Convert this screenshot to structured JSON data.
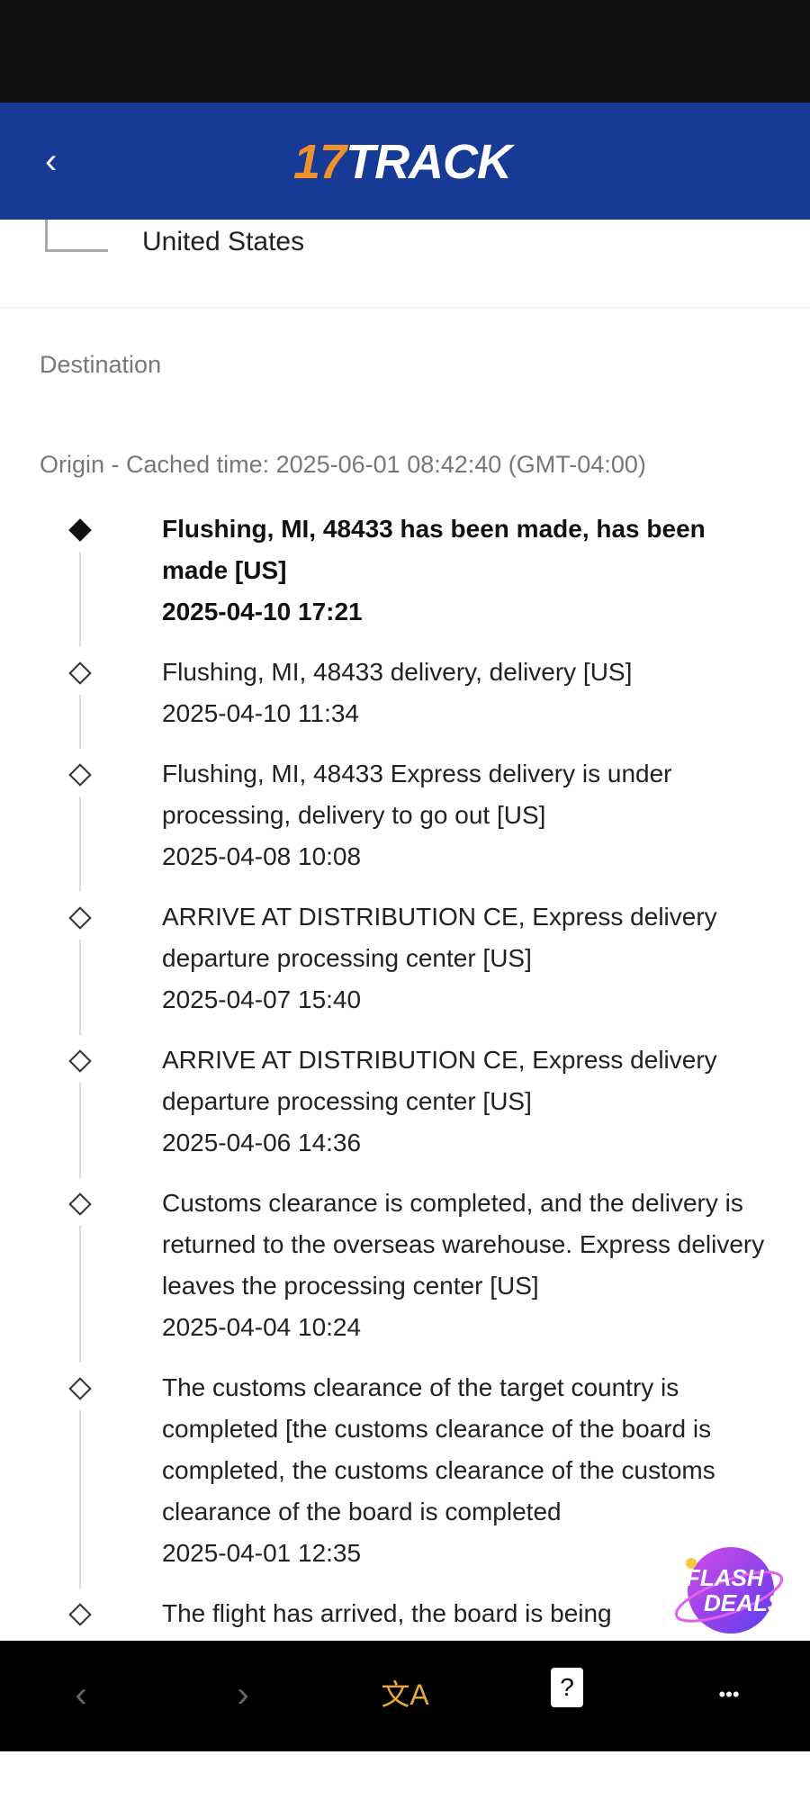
{
  "header": {
    "logo_number": "17",
    "logo_text": "TRACK",
    "back_icon": "chevron-left-icon"
  },
  "route": {
    "country": "United States"
  },
  "destination_label": "Destination",
  "origin_label": "Origin - Cached time: 2025-06-01 08:42:40 (GMT-04:00)",
  "events": [
    {
      "text": "Flushing, MI, 48433 has been made, has been made [US]",
      "time": "2025-04-10 17:21"
    },
    {
      "text": "Flushing, MI, 48433 delivery, delivery [US]",
      "time": "2025-04-10 11:34"
    },
    {
      "text": "Flushing, MI, 48433 Express delivery is under processing, delivery to go out [US]",
      "time": "2025-04-08 10:08"
    },
    {
      "text": "ARRIVE AT DISTRIBUTION CE, Express delivery departure processing center [US]",
      "time": "2025-04-07 15:40"
    },
    {
      "text": "ARRIVE AT DISTRIBUTION CE, Express delivery departure processing center [US]",
      "time": "2025-04-06 14:36"
    },
    {
      "text": "Customs clearance is completed, and the delivery is returned to the overseas warehouse. Express delivery leaves the processing center [US]",
      "time": "2025-04-04 10:24"
    },
    {
      "text": "The customs clearance of the target country is completed [the customs clearance of the board is completed, the customs clearance of the customs clearance of the board is completed",
      "time": "2025-04-01 12:35"
    },
    {
      "text": "The flight has arrived, the board is being",
      "time": ""
    }
  ],
  "promo": {
    "line1": "FLASH",
    "line2": "DEALS"
  },
  "bottom_bar": {
    "back": "‹",
    "forward": "›",
    "translate": "文A",
    "help": "?",
    "more": "•••"
  },
  "colors": {
    "header": "#163a96",
    "logo_accent": "#f0922b",
    "translate_icon": "#e8a93a"
  }
}
